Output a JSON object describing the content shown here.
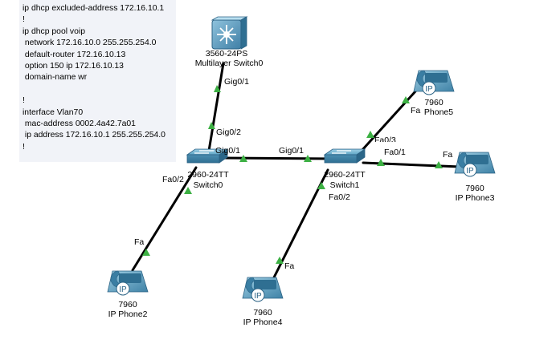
{
  "config": {
    "lines": [
      "ip dhcp excluded-address 172.16.10.1",
      "!",
      "ip dhcp pool voip",
      " network 172.16.10.0 255.255.254.0",
      " default-router 172.16.10.13",
      " option 150 ip 172.16.10.13",
      " domain-name wr",
      "",
      "!",
      "interface Vlan70",
      " mac-address 0002.4a42.7a01",
      " ip address 172.16.10.1 255.255.254.0",
      "!"
    ]
  },
  "devices": {
    "multilayer_switch": {
      "model": "3560-24PS",
      "name": "Multilayer Switch0"
    },
    "switch0": {
      "model": "2960-24TT",
      "name": "Switch0"
    },
    "switch1": {
      "model": "2960-24TT",
      "name": "Switch1"
    },
    "phone2": {
      "model": "7960",
      "name": "IP Phone2"
    },
    "phone3": {
      "model": "7960",
      "name": "IP Phone3"
    },
    "phone4": {
      "model": "7960",
      "name": "IP Phone4"
    },
    "phone5": {
      "model": "7960",
      "name": "Phone5"
    }
  },
  "ports": {
    "mls_gig": "Gig0/1",
    "sw0_gig_up": "Gig0/2",
    "sw0_gig_right": "Gig0/1",
    "sw1_gig_left": "Gig0/1",
    "sw0_fa": "Fa0/2",
    "sw1_fa_right": "Fa0/1",
    "sw1_fa_down": "Fa0/2",
    "sw1_fa_up": "Fa0/3",
    "phone2_fa": "Fa",
    "phone3_fa": "Fa",
    "phone4_fa": "Fa",
    "phone5_fa": "Fa"
  },
  "icons": {
    "phone_badge": "IP"
  },
  "colors": {
    "link": "#000000",
    "link_up": "#3cb043",
    "switch_body": "#4a8fb0",
    "mls_body": "#3c7ca6",
    "phone_body": "#5d9dbd",
    "config_bg": "#f1f3f8"
  }
}
